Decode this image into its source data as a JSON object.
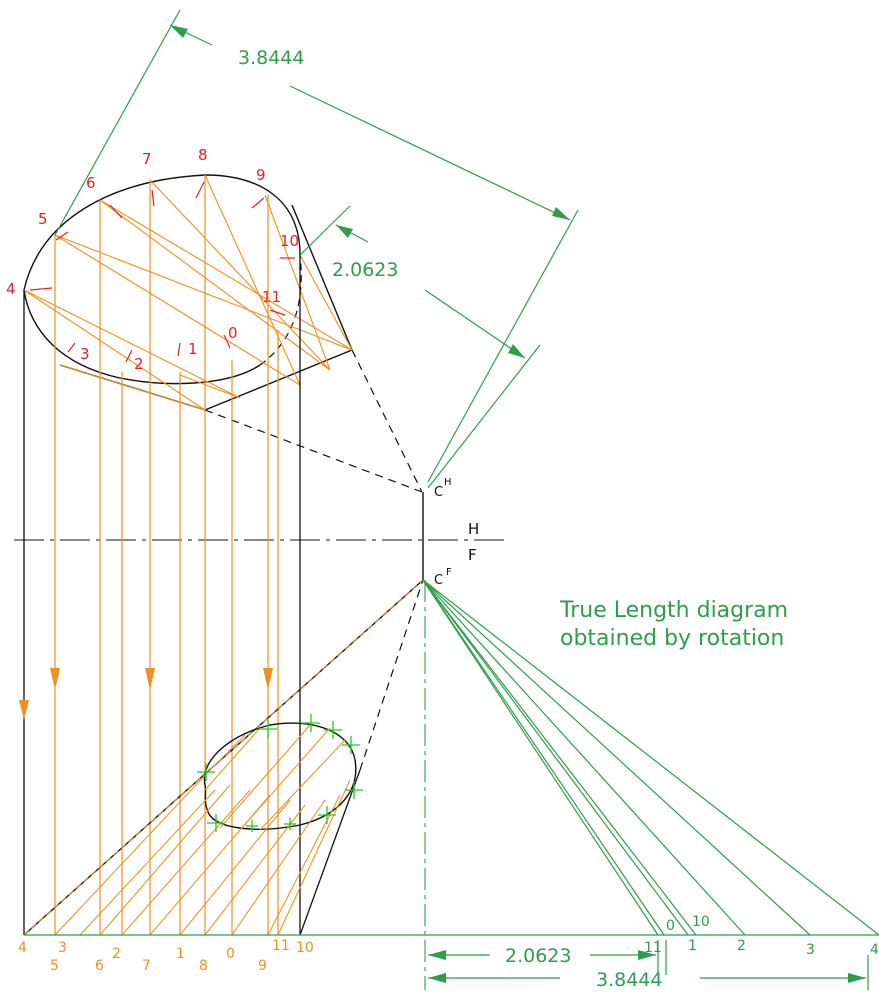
{
  "colors": {
    "black": "#111111",
    "red": "#e8202a",
    "orange": "#f0901e",
    "green": "#2e9e4a",
    "bright_green": "#22cc22",
    "background": "#ffffff"
  },
  "dimensions": {
    "top_long": "3.8444",
    "top_short": "2.0623",
    "bottom_short": "2.0623",
    "bottom_long": "3.8444"
  },
  "labels": {
    "apex_top": "C",
    "apex_top_sup": "H",
    "apex_front": "C",
    "apex_front_sup": "F",
    "fold_top": "H",
    "fold_bottom": "F",
    "caption_line1": "True Length diagram",
    "caption_line2": "obtained by rotation"
  },
  "top_view_points": [
    "0",
    "1",
    "2",
    "3",
    "4",
    "5",
    "6",
    "7",
    "8",
    "9",
    "10",
    "11"
  ],
  "front_baseline_row1": [
    "4",
    "3",
    "2",
    "1",
    "0",
    "11",
    "10"
  ],
  "front_baseline_row2": [
    "5",
    "6",
    "7",
    "8",
    "9"
  ],
  "true_length_labels": [
    "0",
    "10",
    "11",
    "1",
    "2",
    "3",
    "4"
  ]
}
